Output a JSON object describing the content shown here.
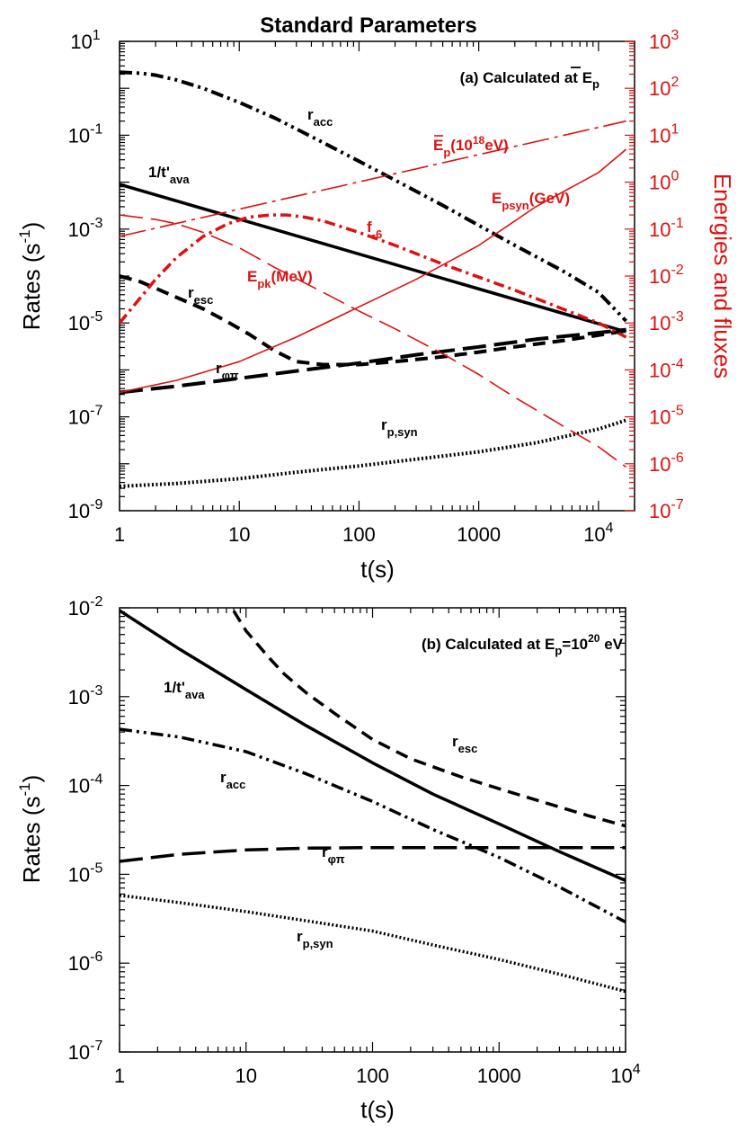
{
  "figure_title": "Standard Parameters",
  "colors": {
    "black": "#000000",
    "red": "#dd1111"
  },
  "chart_data": [
    {
      "type": "line",
      "panel": "(a)",
      "annotation": {
        "prefix": "(a) Calculated at ",
        "sym": "E",
        "sub": "p"
      },
      "xlabel": "t(s)",
      "ylabel": "Rates (s",
      "ylabel_sup": "-1",
      "ylabel_tail": ")",
      "y2label": "Energies and fluxes",
      "x_scale": "log",
      "y_scale": "log",
      "y2_scale": "log",
      "xlim": [
        1,
        20000
      ],
      "ylim": [
        1e-09,
        10
      ],
      "y2lim": [
        1e-07,
        1000
      ],
      "x_ticks": [
        {
          "v": 1,
          "t": "1"
        },
        {
          "v": 10,
          "t": "10"
        },
        {
          "v": 100,
          "t": "100"
        },
        {
          "v": 1000,
          "t": "1000"
        },
        {
          "v": 10000,
          "t": "10",
          "sup": "4"
        }
      ],
      "y_ticks": [
        {
          "v": 1e-09,
          "t": "10",
          "sup": "-9"
        },
        {
          "v": 1e-07,
          "t": "10",
          "sup": "-7"
        },
        {
          "v": 1e-05,
          "t": "10",
          "sup": "-5"
        },
        {
          "v": 0.001,
          "t": "10",
          "sup": "-3"
        },
        {
          "v": 0.1,
          "t": "10",
          "sup": "-1"
        },
        {
          "v": 10,
          "t": "10",
          "sup": "1"
        }
      ],
      "y2_ticks": [
        {
          "v": 1e-07,
          "t": "10",
          "sup": "-7"
        },
        {
          "v": 1e-06,
          "t": "10",
          "sup": "-6"
        },
        {
          "v": 1e-05,
          "t": "10",
          "sup": "-5"
        },
        {
          "v": 0.0001,
          "t": "10",
          "sup": "-4"
        },
        {
          "v": 0.001,
          "t": "10",
          "sup": "-3"
        },
        {
          "v": 0.01,
          "t": "10",
          "sup": "-2"
        },
        {
          "v": 0.1,
          "t": "10",
          "sup": "-1"
        },
        {
          "v": 1,
          "t": "10",
          "sup": "0"
        },
        {
          "v": 10,
          "t": "10",
          "sup": "1"
        },
        {
          "v": 100,
          "t": "10",
          "sup": "2"
        },
        {
          "v": 1000,
          "t": "10",
          "sup": "3"
        }
      ],
      "series": [
        {
          "id": "r_acc",
          "axis": "left",
          "color": "#000000",
          "width": 4,
          "dash": "dashdotdot",
          "label": {
            "main": "r",
            "sub": "acc"
          },
          "x": [
            1,
            1.5,
            2,
            3,
            5,
            10,
            20,
            50,
            100,
            200,
            500,
            1000,
            2000,
            5000,
            10000,
            17000
          ],
          "y": [
            2.2,
            2.1,
            1.9,
            1.5,
            1.0,
            0.5,
            0.23,
            0.07,
            0.028,
            0.011,
            0.0032,
            0.0012,
            0.00045,
            0.00013,
            4.5e-05,
            1.1e-05
          ]
        },
        {
          "id": "inv_tava",
          "axis": "left",
          "color": "#000000",
          "width": 3.5,
          "dash": "solid",
          "label": {
            "main": "1/t'",
            "sub": "ava"
          },
          "x": [
            1,
            17000
          ],
          "y": [
            0.009,
            6.5e-06
          ]
        },
        {
          "id": "r_esc",
          "axis": "left",
          "color": "#000000",
          "width": 4,
          "dash": "dash",
          "label": {
            "main": "r",
            "sub": "esc"
          },
          "x": [
            1,
            1.5,
            2,
            3,
            5,
            8,
            12,
            20,
            30,
            50,
            100,
            200,
            500,
            1000,
            2000,
            5000,
            10000,
            17000
          ],
          "y": [
            0.0001,
            7.5e-05,
            5.5e-05,
            3.5e-05,
            2e-05,
            1.05e-05,
            5.8e-06,
            2.5e-06,
            1.5e-06,
            1.3e-06,
            1.3e-06,
            1.5e-06,
            1.9e-06,
            2.4e-06,
            3.1e-06,
            4.2e-06,
            5.5e-06,
            6.8e-06
          ]
        },
        {
          "id": "r_phipi",
          "axis": "left",
          "color": "#000000",
          "width": 4,
          "dash": "longdash",
          "label": {
            "main": "r",
            "sub": "φπ"
          },
          "x": [
            1,
            3,
            10,
            30,
            100,
            300,
            1000,
            3000,
            10000,
            17000
          ],
          "y": [
            3.3e-07,
            4.5e-07,
            6.6e-07,
            9.5e-07,
            1.4e-06,
            2.1e-06,
            3.1e-06,
            4.5e-06,
            6.2e-06,
            7.2e-06
          ]
        },
        {
          "id": "r_psyn",
          "axis": "left",
          "color": "#000000",
          "width": 4,
          "dash": "dot",
          "label": {
            "main": "r",
            "sub": "p,syn"
          },
          "x": [
            1,
            3,
            10,
            30,
            100,
            300,
            1000,
            3000,
            10000,
            17000
          ],
          "y": [
            3.3e-09,
            3.8e-09,
            4.8e-09,
            6.6e-09,
            9e-09,
            1.25e-08,
            1.8e-08,
            2.8e-08,
            5.5e-08,
            8.5e-08
          ]
        },
        {
          "id": "E_p_bar",
          "axis": "right",
          "color": "#dd1111",
          "width": 1.6,
          "dash": "longdashdot",
          "label": {
            "bar": "E",
            "sub": "p",
            "tail": "(10",
            "sup": "18",
            "tail2": "eV)"
          },
          "x": [
            1,
            17000
          ],
          "y": [
            0.07,
            20
          ]
        },
        {
          "id": "E_psyn",
          "axis": "right",
          "color": "#dd1111",
          "width": 1.6,
          "dash": "solid",
          "label": {
            "main": "E",
            "sub": "psyn",
            "tail": "(GeV)"
          },
          "x": [
            1,
            3,
            10,
            30,
            100,
            300,
            1000,
            3000,
            10000,
            17000
          ],
          "y": [
            3.3e-05,
            6e-05,
            0.00015,
            0.0005,
            0.0022,
            0.0085,
            0.045,
            0.3,
            1.6,
            5
          ]
        },
        {
          "id": "E_pk",
          "axis": "right",
          "color": "#dd1111",
          "width": 1.6,
          "dash": "longdash",
          "label": {
            "main": "E",
            "sub": "pk",
            "tail": "(MeV)"
          },
          "x": [
            1,
            2,
            3,
            5,
            10,
            20,
            50,
            100,
            200,
            500,
            1000,
            2000,
            5000,
            10000,
            17000
          ],
          "y": [
            0.2,
            0.16,
            0.13,
            0.085,
            0.04,
            0.015,
            0.0045,
            0.0018,
            0.00075,
            0.00022,
            8e-05,
            2.6e-05,
            6.5e-06,
            2.3e-06,
            8.5e-07
          ]
        },
        {
          "id": "f_minus6",
          "axis": "right",
          "color": "#dd1111",
          "width": 3.5,
          "dash": "dashdot",
          "label": {
            "main": "f",
            "sub": "-6"
          },
          "x": [
            1,
            1.5,
            2,
            3,
            5,
            8,
            12,
            18,
            25,
            35,
            50,
            100,
            200,
            500,
            1000,
            2000,
            5000,
            10000,
            17000
          ],
          "y": [
            0.001,
            0.0035,
            0.0085,
            0.025,
            0.07,
            0.13,
            0.18,
            0.2,
            0.2,
            0.18,
            0.15,
            0.085,
            0.045,
            0.018,
            0.0095,
            0.005,
            0.002,
            0.001,
            0.0005
          ]
        }
      ]
    },
    {
      "type": "line",
      "panel": "(b)",
      "annotation": {
        "prefix": "(b) Calculated at ",
        "sym": "E",
        "sub": "p",
        "mid": "=10",
        "sup": "20",
        "tail": " eV"
      },
      "xlabel": "t(s)",
      "ylabel": "Rates (s",
      "ylabel_sup": "-1",
      "ylabel_tail": ")",
      "x_scale": "log",
      "y_scale": "log",
      "xlim": [
        1,
        10000
      ],
      "ylim": [
        1e-07,
        0.01
      ],
      "x_ticks": [
        {
          "v": 1,
          "t": "1"
        },
        {
          "v": 10,
          "t": "10"
        },
        {
          "v": 100,
          "t": "100"
        },
        {
          "v": 1000,
          "t": "1000"
        },
        {
          "v": 10000,
          "t": "10",
          "sup": "4"
        }
      ],
      "y_ticks": [
        {
          "v": 1e-07,
          "t": "10",
          "sup": "-7"
        },
        {
          "v": 1e-06,
          "t": "10",
          "sup": "-6"
        },
        {
          "v": 1e-05,
          "t": "10",
          "sup": "-5"
        },
        {
          "v": 0.0001,
          "t": "10",
          "sup": "-4"
        },
        {
          "v": 0.001,
          "t": "10",
          "sup": "-3"
        },
        {
          "v": 0.01,
          "t": "10",
          "sup": "-2"
        }
      ],
      "series": [
        {
          "id": "inv_tava",
          "axis": "left",
          "color": "#000000",
          "width": 3.5,
          "dash": "solid",
          "label": {
            "main": "1/t'",
            "sub": "ava"
          },
          "x": [
            1,
            3,
            10,
            30,
            100,
            300,
            1000,
            3000,
            10000
          ],
          "y": [
            0.0093,
            0.0034,
            0.0012,
            0.00047,
            0.00018,
            8e-05,
            3.7e-05,
            1.8e-05,
            8.5e-06
          ]
        },
        {
          "id": "r_esc",
          "axis": "left",
          "color": "#000000",
          "width": 3.5,
          "dash": "dash",
          "label": {
            "main": "r",
            "sub": "esc"
          },
          "x": [
            8,
            10,
            15,
            20,
            30,
            50,
            100,
            200,
            500,
            1000,
            2000,
            5000,
            10000
          ],
          "y": [
            0.0092,
            0.0055,
            0.0028,
            0.0018,
            0.0011,
            0.00065,
            0.00033,
            0.0002,
            0.000125,
            9.2e-05,
            6.8e-05,
            4.6e-05,
            3.5e-05
          ]
        },
        {
          "id": "r_acc",
          "axis": "left",
          "color": "#000000",
          "width": 3.5,
          "dash": "dashdotdot",
          "label": {
            "main": "r",
            "sub": "acc"
          },
          "x": [
            1,
            3,
            10,
            30,
            100,
            300,
            1000,
            3000,
            10000
          ],
          "y": [
            0.00043,
            0.00035,
            0.00024,
            0.000135,
            6.6e-05,
            3.2e-05,
            1.55e-05,
            7.2e-06,
            2.9e-06
          ]
        },
        {
          "id": "r_phipi",
          "axis": "left",
          "color": "#000000",
          "width": 3.5,
          "dash": "longdash",
          "label": {
            "main": "r",
            "sub": "φπ"
          },
          "x": [
            1,
            3,
            10,
            30,
            100,
            300,
            1000,
            3000,
            10000
          ],
          "y": [
            1.4e-05,
            1.68e-05,
            1.88e-05,
            1.97e-05,
            2e-05,
            2e-05,
            2e-05,
            2e-05,
            2e-05
          ]
        },
        {
          "id": "r_psyn",
          "axis": "left",
          "color": "#000000",
          "width": 3.5,
          "dash": "dot",
          "label": {
            "main": "r",
            "sub": "p,syn"
          },
          "x": [
            1,
            3,
            10,
            30,
            100,
            300,
            1000,
            3000,
            10000
          ],
          "y": [
            5.8e-06,
            4.8e-06,
            3.8e-06,
            3e-06,
            2.3e-06,
            1.6e-06,
            1.1e-06,
            7.5e-07,
            4.8e-07
          ]
        }
      ]
    }
  ]
}
